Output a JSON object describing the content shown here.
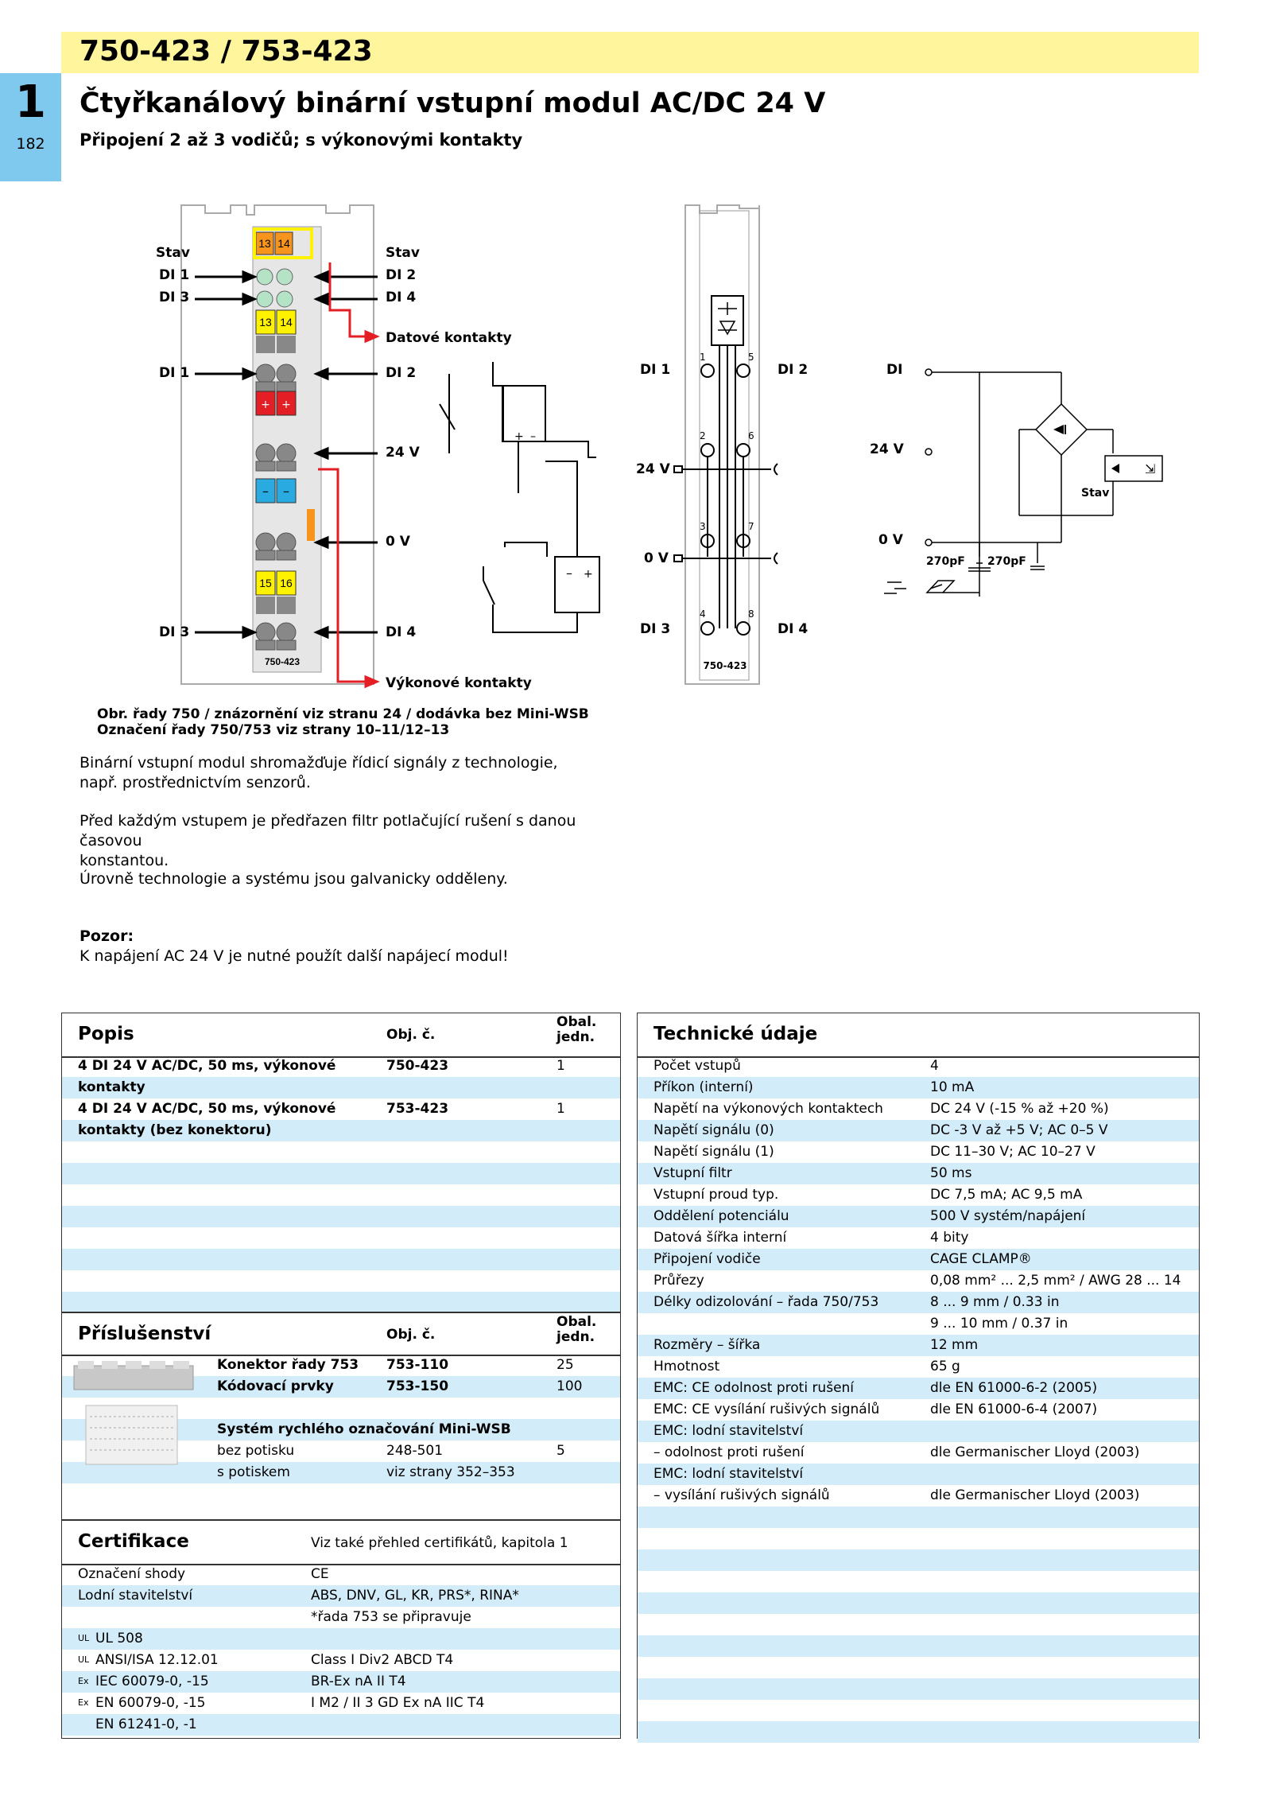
{
  "header": {
    "chapter": "1",
    "page": "182",
    "part_number": "750-423 / 753-423",
    "title": "Čtyřkanálový binární vstupní modul AC/DC 24 V",
    "subtitle": "Připojení 2 až 3 vodičů; s výkonovými kontakty"
  },
  "diagram": {
    "stav": "Stav",
    "di1": "DI 1",
    "di2": "DI 2",
    "di3": "DI 3",
    "di4": "DI 4",
    "di": "DI",
    "v24": "24 V",
    "v0": "0 V",
    "datove": "Datové kontakty",
    "vykonove": "Výkonové kontakty",
    "module": "750-423",
    "cap": "270pF",
    "t13": "13",
    "t14": "14",
    "t15": "15",
    "t16": "16",
    "plus": "+",
    "minus": "–",
    "n1": "1",
    "n2": "2",
    "n3": "3",
    "n4": "4",
    "n5": "5",
    "n6": "6",
    "n7": "7",
    "n8": "8"
  },
  "caption": {
    "line1": "Obr. řady 750 / znázornění viz stranu 24 / dodávka bez Mini-WSB",
    "line2": "Označení řady 750/753 viz strany 10–11/12–13"
  },
  "body": {
    "p1a": "Binární vstupní modul shromažďuje řídicí signály z technologie,",
    "p1b": "např. prostřednictvím senzorů.",
    "p2a": "Před každým vstupem je předřazen filtr potlačující rušení s danou časovou",
    "p2b": "konstantou.",
    "p3": "Úrovně technologie a systému jsou galvanicky odděleny.",
    "warn_title": "Pozor:",
    "warn_text": "K napájení AC 24 V je nutné použít další napájecí modul!"
  },
  "order": {
    "title": "Popis",
    "col_obj": "Obj. č.",
    "col_obal1": "Obal.",
    "col_obal2": "jedn.",
    "rows": [
      {
        "desc": "4 DI 24 V AC/DC, 50 ms, výkonové",
        "obj": "750-423",
        "qty": "1"
      },
      {
        "desc": "kontakty",
        "obj": "",
        "qty": ""
      },
      {
        "desc": "4 DI 24 V AC/DC, 50 ms, výkonové",
        "obj": "753-423",
        "qty": "1"
      },
      {
        "desc": "kontakty (bez konektoru)",
        "obj": "",
        "qty": ""
      }
    ]
  },
  "accessories": {
    "title": "Příslušenství",
    "col_obj": "Obj. č.",
    "col_obal1": "Obal.",
    "col_obal2": "jedn.",
    "rows": [
      {
        "desc": "Konektor řady 753",
        "obj": "753-110",
        "qty": "25",
        "bold": true
      },
      {
        "desc": "Kódovací prvky",
        "obj": "753-150",
        "qty": "100",
        "bold": true
      },
      {
        "desc": "",
        "obj": "",
        "qty": "",
        "bold": false
      },
      {
        "desc": "Systém rychlého označování Mini-WSB",
        "obj": "",
        "qty": "",
        "bold": true
      },
      {
        "desc": "bez potisku",
        "obj": "248-501",
        "qty": "5",
        "bold": false
      },
      {
        "desc": "s potiskem",
        "obj": "viz strany 352–353",
        "qty": "",
        "bold": false
      }
    ]
  },
  "certs": {
    "title": "Certifikace",
    "note": "Viz také přehled certifikátů, kapitola 1",
    "rows": [
      {
        "sym": "",
        "name": "Označení shody",
        "value": "CE"
      },
      {
        "sym": "",
        "name": "Lodní stavitelství",
        "value": "ABS, DNV, GL, KR, PRS*, RINA*"
      },
      {
        "sym": "",
        "name": "",
        "value": "*řada 753 se připravuje"
      },
      {
        "sym": "UL",
        "name": "UL 508",
        "value": ""
      },
      {
        "sym": "UL",
        "name": "ANSI/ISA 12.12.01",
        "value": "Class I Div2 ABCD T4"
      },
      {
        "sym": "Ex",
        "name": "IEC 60079-0, -15",
        "value": "BR-Ex nA II T4"
      },
      {
        "sym": "Ex",
        "name": "EN 60079-0, -15",
        "value": "I M2 / II 3 GD Ex nA IIC T4"
      },
      {
        "sym": "",
        "name": "EN 61241-0, -1",
        "value": ""
      }
    ]
  },
  "tech": {
    "title": "Technické údaje",
    "rows": [
      {
        "name": "Počet vstupů",
        "value": "4"
      },
      {
        "name": "Příkon (interní)",
        "value": "10 mA"
      },
      {
        "name": "Napětí na výkonových kontaktech",
        "value": "DC 24 V (-15 % až +20 %)"
      },
      {
        "name": "Napětí signálu (0)",
        "value": "DC -3 V až +5 V; AC 0–5 V"
      },
      {
        "name": "Napětí signálu (1)",
        "value": "DC 11–30 V; AC 10–27 V"
      },
      {
        "name": "Vstupní filtr",
        "value": "50 ms"
      },
      {
        "name": "Vstupní proud typ.",
        "value": "DC 7,5 mA; AC 9,5 mA"
      },
      {
        "name": "Oddělení potenciálu",
        "value": "500 V systém/napájení"
      },
      {
        "name": "Datová šířka interní",
        "value": "4 bity"
      },
      {
        "name": "Připojení vodiče",
        "value": "CAGE CLAMP®"
      },
      {
        "name": "Průřezy",
        "value": "0,08 mm² ... 2,5 mm² / AWG 28 ... 14"
      },
      {
        "name": "Délky odizolování – řada 750/753",
        "value": "8 ... 9 mm / 0.33 in"
      },
      {
        "name": "",
        "value": "9 ... 10 mm / 0.37 in"
      },
      {
        "name": "Rozměry – šířka",
        "value": "12 mm"
      },
      {
        "name": "Hmotnost",
        "value": "65 g"
      },
      {
        "name": "EMC: CE odolnost proti rušení",
        "value": "dle EN 61000-6-2 (2005)"
      },
      {
        "name": "EMC: CE vysílání rušivých signálů",
        "value": "dle EN 61000-6-4 (2007)"
      },
      {
        "name": "EMC: lodní stavitelství",
        "value": ""
      },
      {
        "name": "– odolnost proti rušení",
        "value": "dle Germanischer Lloyd (2003)"
      },
      {
        "name": "EMC: lodní stavitelství",
        "value": ""
      },
      {
        "name": "– vysílání rušivých signálů",
        "value": "dle Germanischer Lloyd (2003)"
      }
    ]
  },
  "colors": {
    "yellow_bar": "#fff59d",
    "chapter_blue": "#7fc9ee",
    "row_blue": "#d2ecf9",
    "terminal_yellow": "#fff200",
    "terminal_orange": "#f7941d",
    "terminal_red": "#e31e24",
    "terminal_blue": "#29abe2",
    "led_green": "#b5e3c6",
    "arrow_red": "#e31e24"
  }
}
